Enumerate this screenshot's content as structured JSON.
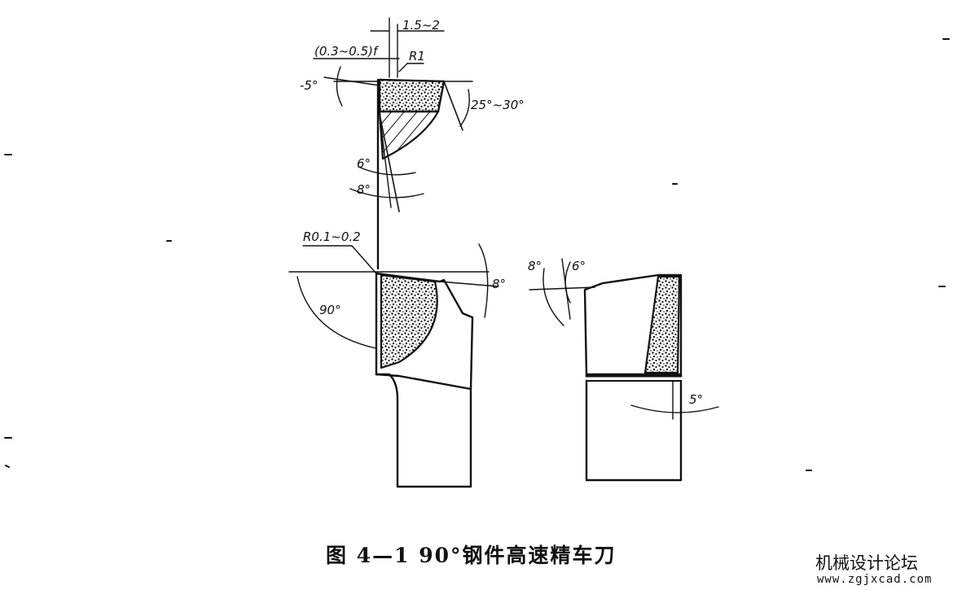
{
  "figure": {
    "caption": "图 4—1   90°钢件高速精车刀",
    "watermark_title": "机械设计论坛",
    "watermark_url": "www.zgjxcad.com"
  },
  "labels": {
    "chamfer_length": "1.5~2",
    "land_width": "(0.3~0.5)f",
    "nose_radius_top": "R1",
    "neg_rake": "-5°",
    "rake_range": "25°~30°",
    "relief_6": "6°",
    "relief_8": "8°",
    "nose_radius_main": "R0.1~0.2",
    "lead_angle": "90°",
    "minor_angle": "8°",
    "side_8": "8°",
    "side_6": "6°",
    "side_5": "5°"
  }
}
